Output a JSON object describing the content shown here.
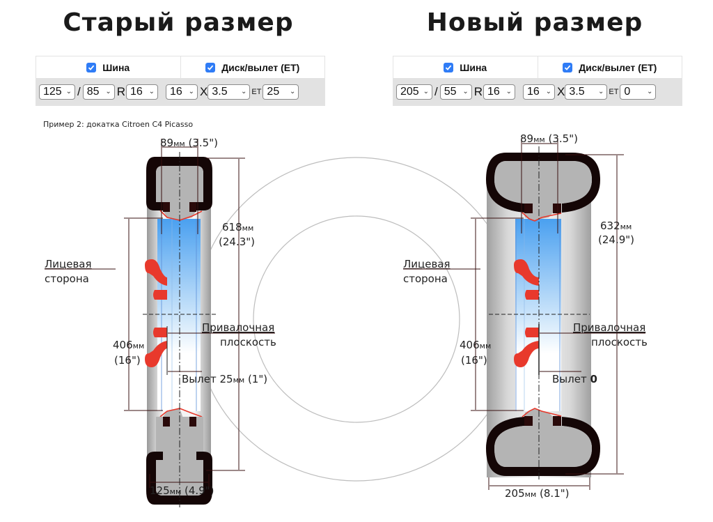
{
  "old": {
    "title": "Старый размер",
    "tire_header": "Шина",
    "disk_header": "Диск/вылет (ET)",
    "tire_width": "125",
    "tire_profile": "85",
    "tire_r_label": "R",
    "tire_diameter": "16",
    "slash": "/",
    "rim_diameter": "16",
    "x_label": "X",
    "rim_width": "3.5",
    "et_label": "ET",
    "et_value": "25",
    "example_caption": "Пример 2: докатка Citroen C4 Picasso",
    "dim_rim_width_mm": "89",
    "dim_rim_width_in": "(3.5\")",
    "dim_outer_mm": "618",
    "dim_outer_in": "(24.3\")",
    "dim_rim_dia_mm": "406",
    "dim_rim_dia_in": "(16\")",
    "dim_tire_width_mm": "125",
    "dim_tire_width_in": "(4.9\")",
    "face_label_1": "Лицевая",
    "face_label_2": "сторона",
    "mount_label_1": "Привалочная",
    "mount_label_2": "плоскость",
    "offset_label": "Вылет",
    "offset_value": "25",
    "offset_in": "(1\")",
    "mm_unit": "мм"
  },
  "new": {
    "title": "Новый размер",
    "tire_header": "Шина",
    "disk_header": "Диск/вылет (ET)",
    "tire_width": "205",
    "tire_profile": "55",
    "tire_r_label": "R",
    "tire_diameter": "16",
    "slash": "/",
    "rim_diameter": "16",
    "x_label": "X",
    "rim_width": "3.5",
    "et_label": "ET",
    "et_value": "0",
    "dim_rim_width_mm": "89",
    "dim_rim_width_in": "(3.5\")",
    "dim_outer_mm": "632",
    "dim_outer_in": "(24.9\")",
    "dim_rim_dia_mm": "406",
    "dim_rim_dia_in": "(16\")",
    "dim_tire_width_mm": "205",
    "dim_tire_width_in": "(8.1\")",
    "face_label_1": "Лицевая",
    "face_label_2": "сторона",
    "mount_label_1": "Привалочная",
    "mount_label_2": "плоскость",
    "offset_label": "Вылет",
    "offset_value": "0",
    "mm_unit": "мм"
  },
  "icons": {
    "checkbox": "checkbox-checked",
    "select_arrow": "chevron-down"
  },
  "colors": {
    "checkbox": "#2f7cf6",
    "tire_outline": "#140606",
    "tire_fill": "#b4b4b4",
    "rim_blue": "#5aa8ee",
    "wheel_red": "#e8392c",
    "dim_line": "#4a2020"
  }
}
